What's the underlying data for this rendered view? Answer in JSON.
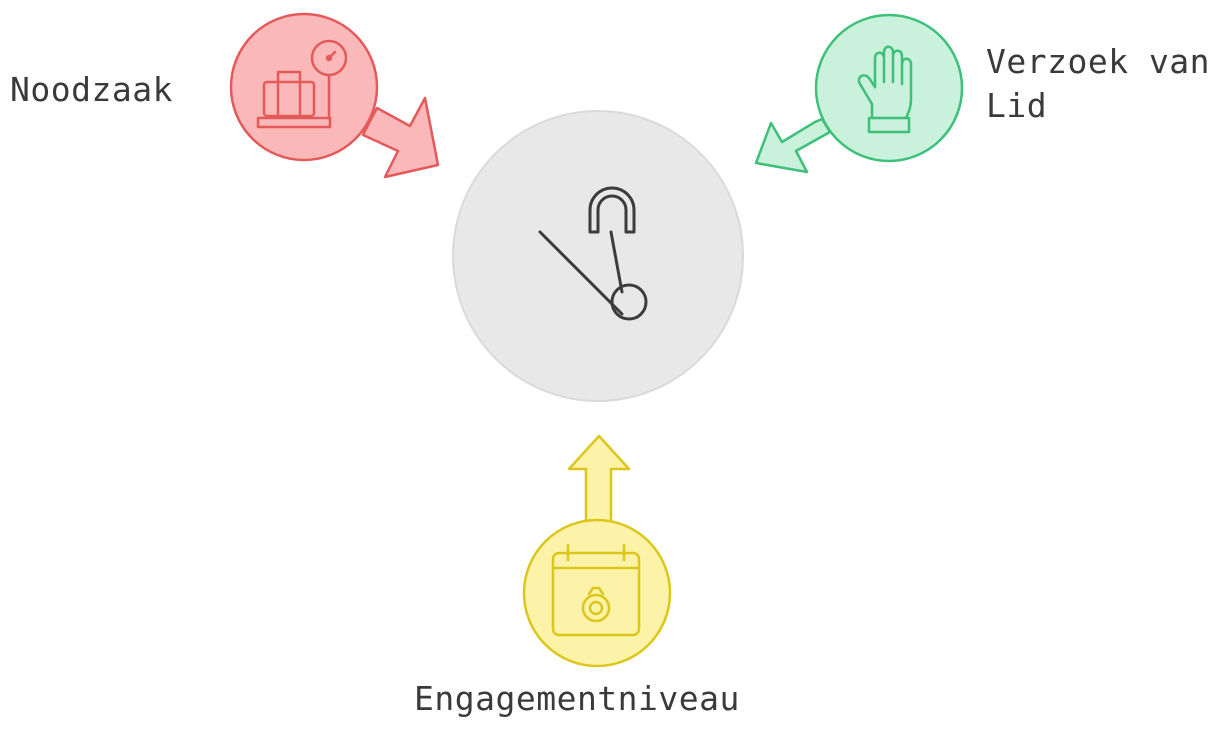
{
  "diagram": {
    "center": {
      "icon": "safety-pin-icon",
      "fill": "#e8e8e8",
      "stroke": "#d6d6d6",
      "icon_color": "#3c3c3c"
    },
    "nodes": [
      {
        "id": "noodzaak",
        "label": "Noodzaak",
        "icon": "luggage-scale-icon",
        "fill": "#fbb8b8",
        "stroke": "#e35a5a",
        "arrow": "toward-center"
      },
      {
        "id": "verzoek",
        "label_line1": "Verzoek van",
        "label_line2": "Lid",
        "icon": "raised-hand-icon",
        "fill": "#c9f1db",
        "stroke": "#3ec07a",
        "arrow": "toward-center"
      },
      {
        "id": "engagement",
        "label": "Engagementniveau",
        "icon": "calendar-ring-icon",
        "fill": "#fdf3a8",
        "stroke": "#dcc61c",
        "arrow": "toward-center"
      }
    ]
  }
}
